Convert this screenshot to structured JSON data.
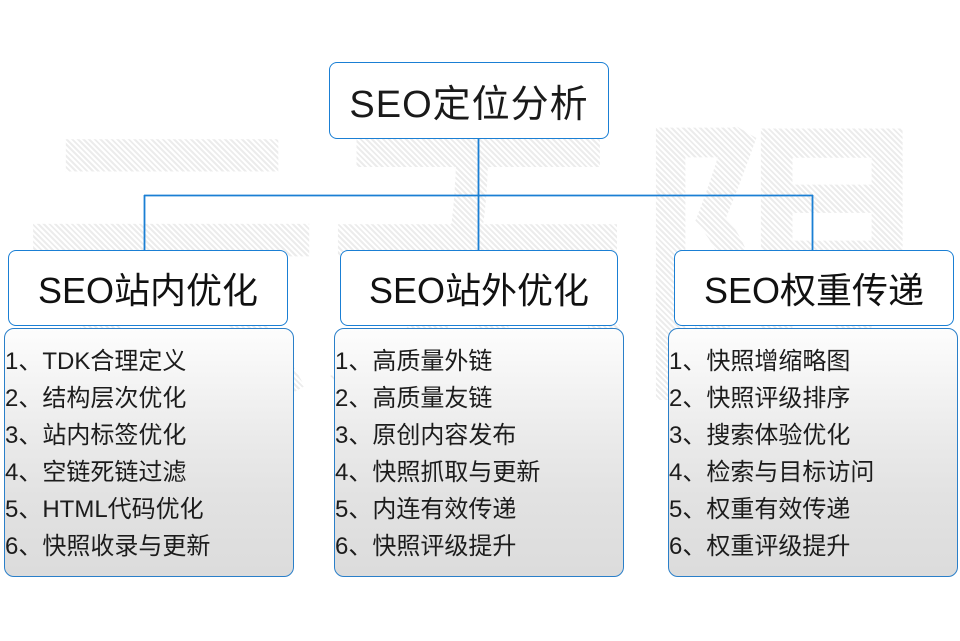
{
  "diagram": {
    "root": {
      "title": "SEO定位分析"
    },
    "columns": [
      {
        "header": "SEO站内优化",
        "items": [
          "1、TDK合理定义",
          "2、结构层次优化",
          "3、站内标签优化",
          "4、空链死链过滤",
          "5、HTML代码优化",
          "6、快照收录与更新"
        ]
      },
      {
        "header": "SEO站外优化",
        "items": [
          "1、高质量外链",
          "2、高质量友链",
          "3、原创内容发布",
          "4、快照抓取与更新",
          "5、内连有效传递",
          "6、快照评级提升"
        ]
      },
      {
        "header": "SEO权重传递",
        "items": [
          "1、快照增缩略图",
          "2、快照评级排序",
          "3、搜索体验优化",
          "4、检索与目标访问",
          "5、权重有效传递",
          "6、权重评级提升"
        ]
      }
    ],
    "watermark": {
      "text": "云无限"
    },
    "colors": {
      "border_blue": "#1a7fd4",
      "panel_border_blue": "#2a7fc9",
      "connector_blue": "#1a7fd4",
      "text_dark": "#1a1a1a",
      "panel_gradient_top": "#fdfdfd",
      "panel_gradient_bottom": "#dcdcdc",
      "watermark_gray": "#ececec",
      "page_background": "#ffffff"
    }
  }
}
